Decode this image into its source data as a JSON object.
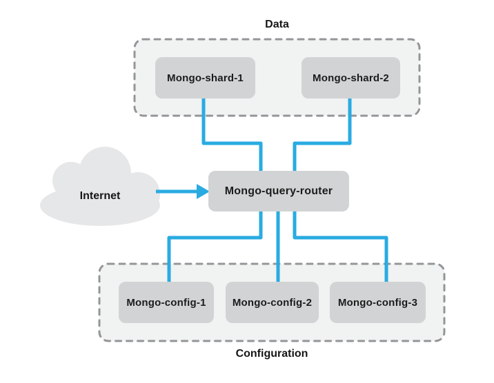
{
  "colors": {
    "accent_blue": "#29abe2",
    "node_fill": "#d1d3d4",
    "group_fill": "#f1f2f2",
    "group_border": "#939598",
    "cloud_fill": "#e6e7e8",
    "text": "#1c1c1c"
  },
  "internet": {
    "label": "Internet"
  },
  "router": {
    "label": "Mongo-query-router"
  },
  "groups": {
    "data": {
      "label": "Data",
      "nodes": [
        {
          "label": "Mongo-shard-1"
        },
        {
          "label": "Mongo-shard-2"
        }
      ]
    },
    "configuration": {
      "label": "Configuration",
      "nodes": [
        {
          "label": "Mongo-config-1"
        },
        {
          "label": "Mongo-config-2"
        },
        {
          "label": "Mongo-config-3"
        }
      ]
    }
  },
  "edges": [
    {
      "from": "Internet",
      "to": "Mongo-query-router",
      "style": "arrow"
    },
    {
      "from": "Mongo-shard-1",
      "to": "Mongo-query-router",
      "style": "line"
    },
    {
      "from": "Mongo-shard-2",
      "to": "Mongo-query-router",
      "style": "line"
    },
    {
      "from": "Mongo-query-router",
      "to": "Mongo-config-1",
      "style": "line"
    },
    {
      "from": "Mongo-query-router",
      "to": "Mongo-config-2",
      "style": "line"
    },
    {
      "from": "Mongo-query-router",
      "to": "Mongo-config-3",
      "style": "line"
    }
  ]
}
